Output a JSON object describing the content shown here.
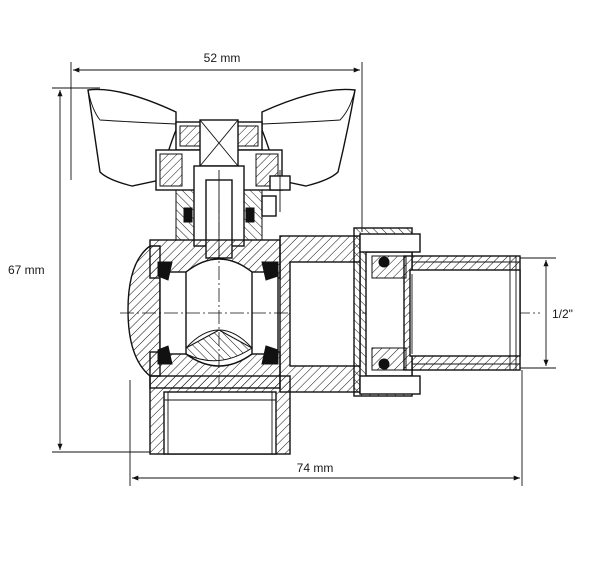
{
  "dimensions": {
    "width_label": "52 mm",
    "height_label": "67 mm",
    "length_label": "74 mm",
    "thread_label": "1/2\""
  },
  "colors": {
    "line": "#111111",
    "background": "#ffffff"
  }
}
